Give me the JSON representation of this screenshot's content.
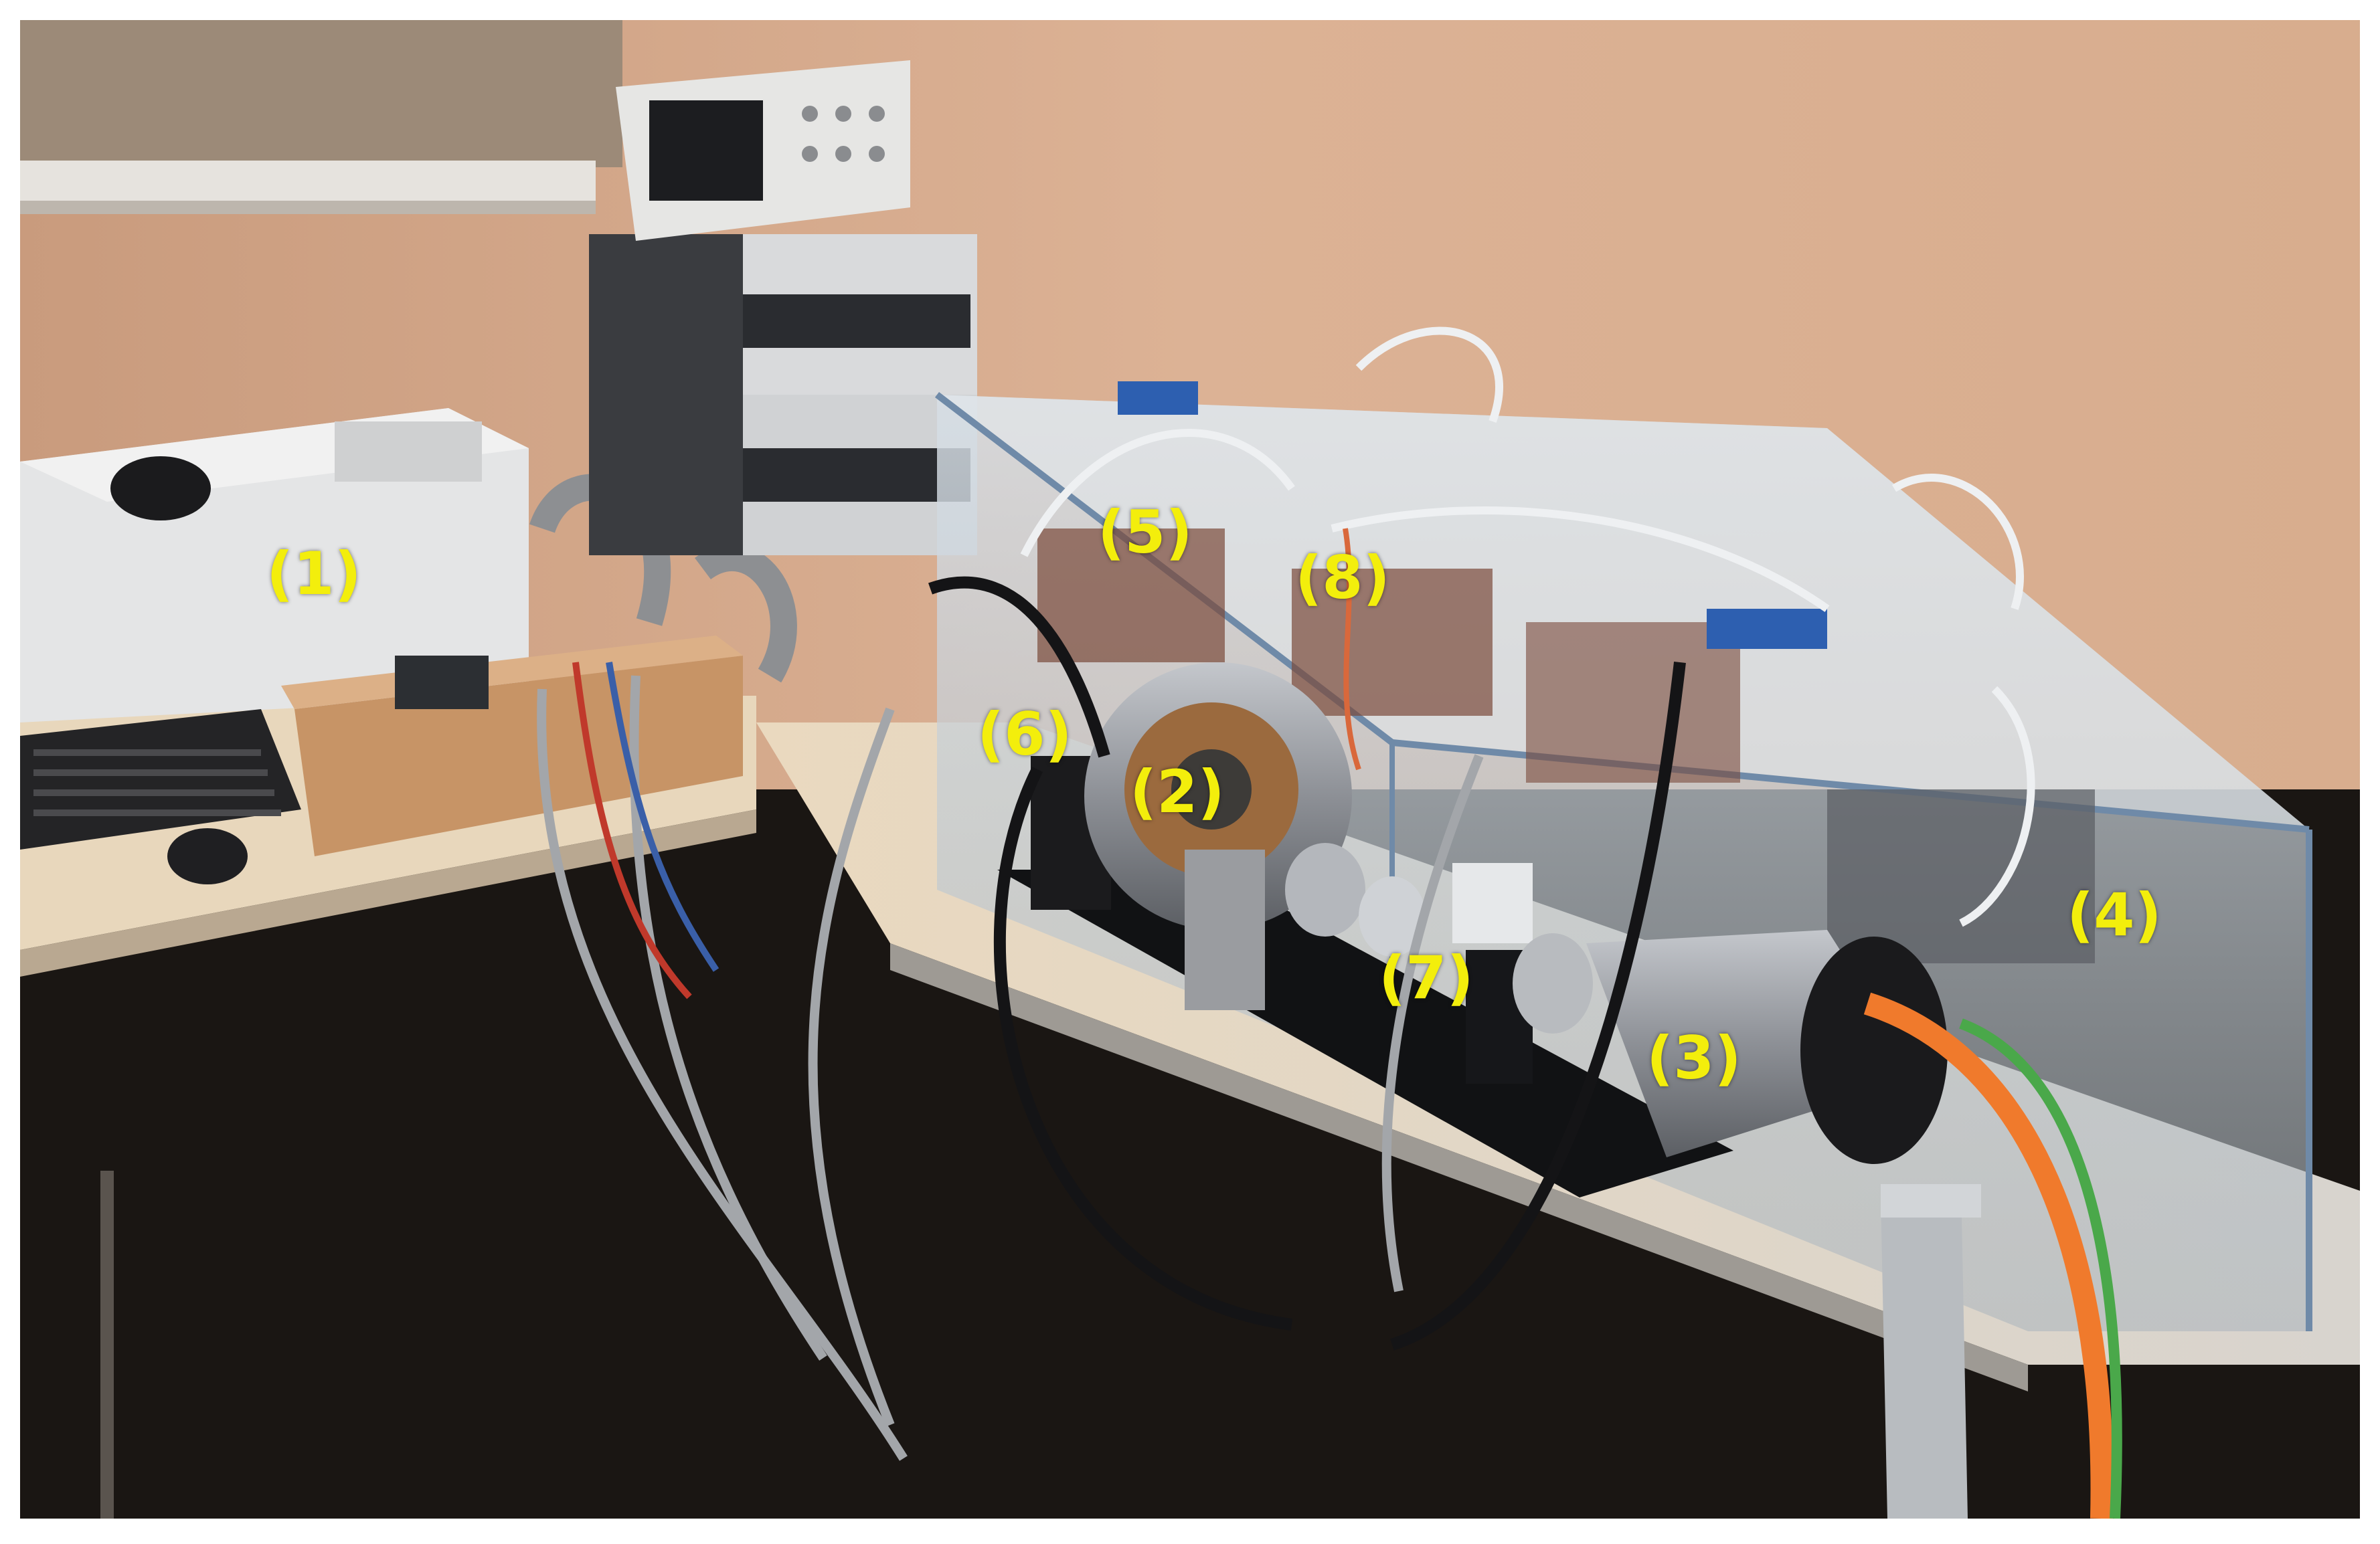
{
  "photo": {
    "description_icon": "lab-test-bench-photo",
    "labels": [
      {
        "id": "l1",
        "text": "(1)"
      },
      {
        "id": "l2",
        "text": "(2)"
      },
      {
        "id": "l3",
        "text": "(3)"
      },
      {
        "id": "l4",
        "text": "(4)"
      },
      {
        "id": "l5",
        "text": "(5)"
      },
      {
        "id": "l6",
        "text": "(6)"
      },
      {
        "id": "l7",
        "text": "(7)"
      },
      {
        "id": "l8",
        "text": "(8)"
      }
    ],
    "colors": {
      "label": "#f3ee0c",
      "wall": "#d9ad8f",
      "desk_left": "#e9d8bd",
      "desk_right": "#d6d4d0",
      "cabinet": "#1a1613",
      "enclosure_glass": "#c9d3dc",
      "motor": "#9a9da3",
      "orange_cable": "#f07a2c",
      "green_cable": "#4aa84a"
    }
  }
}
